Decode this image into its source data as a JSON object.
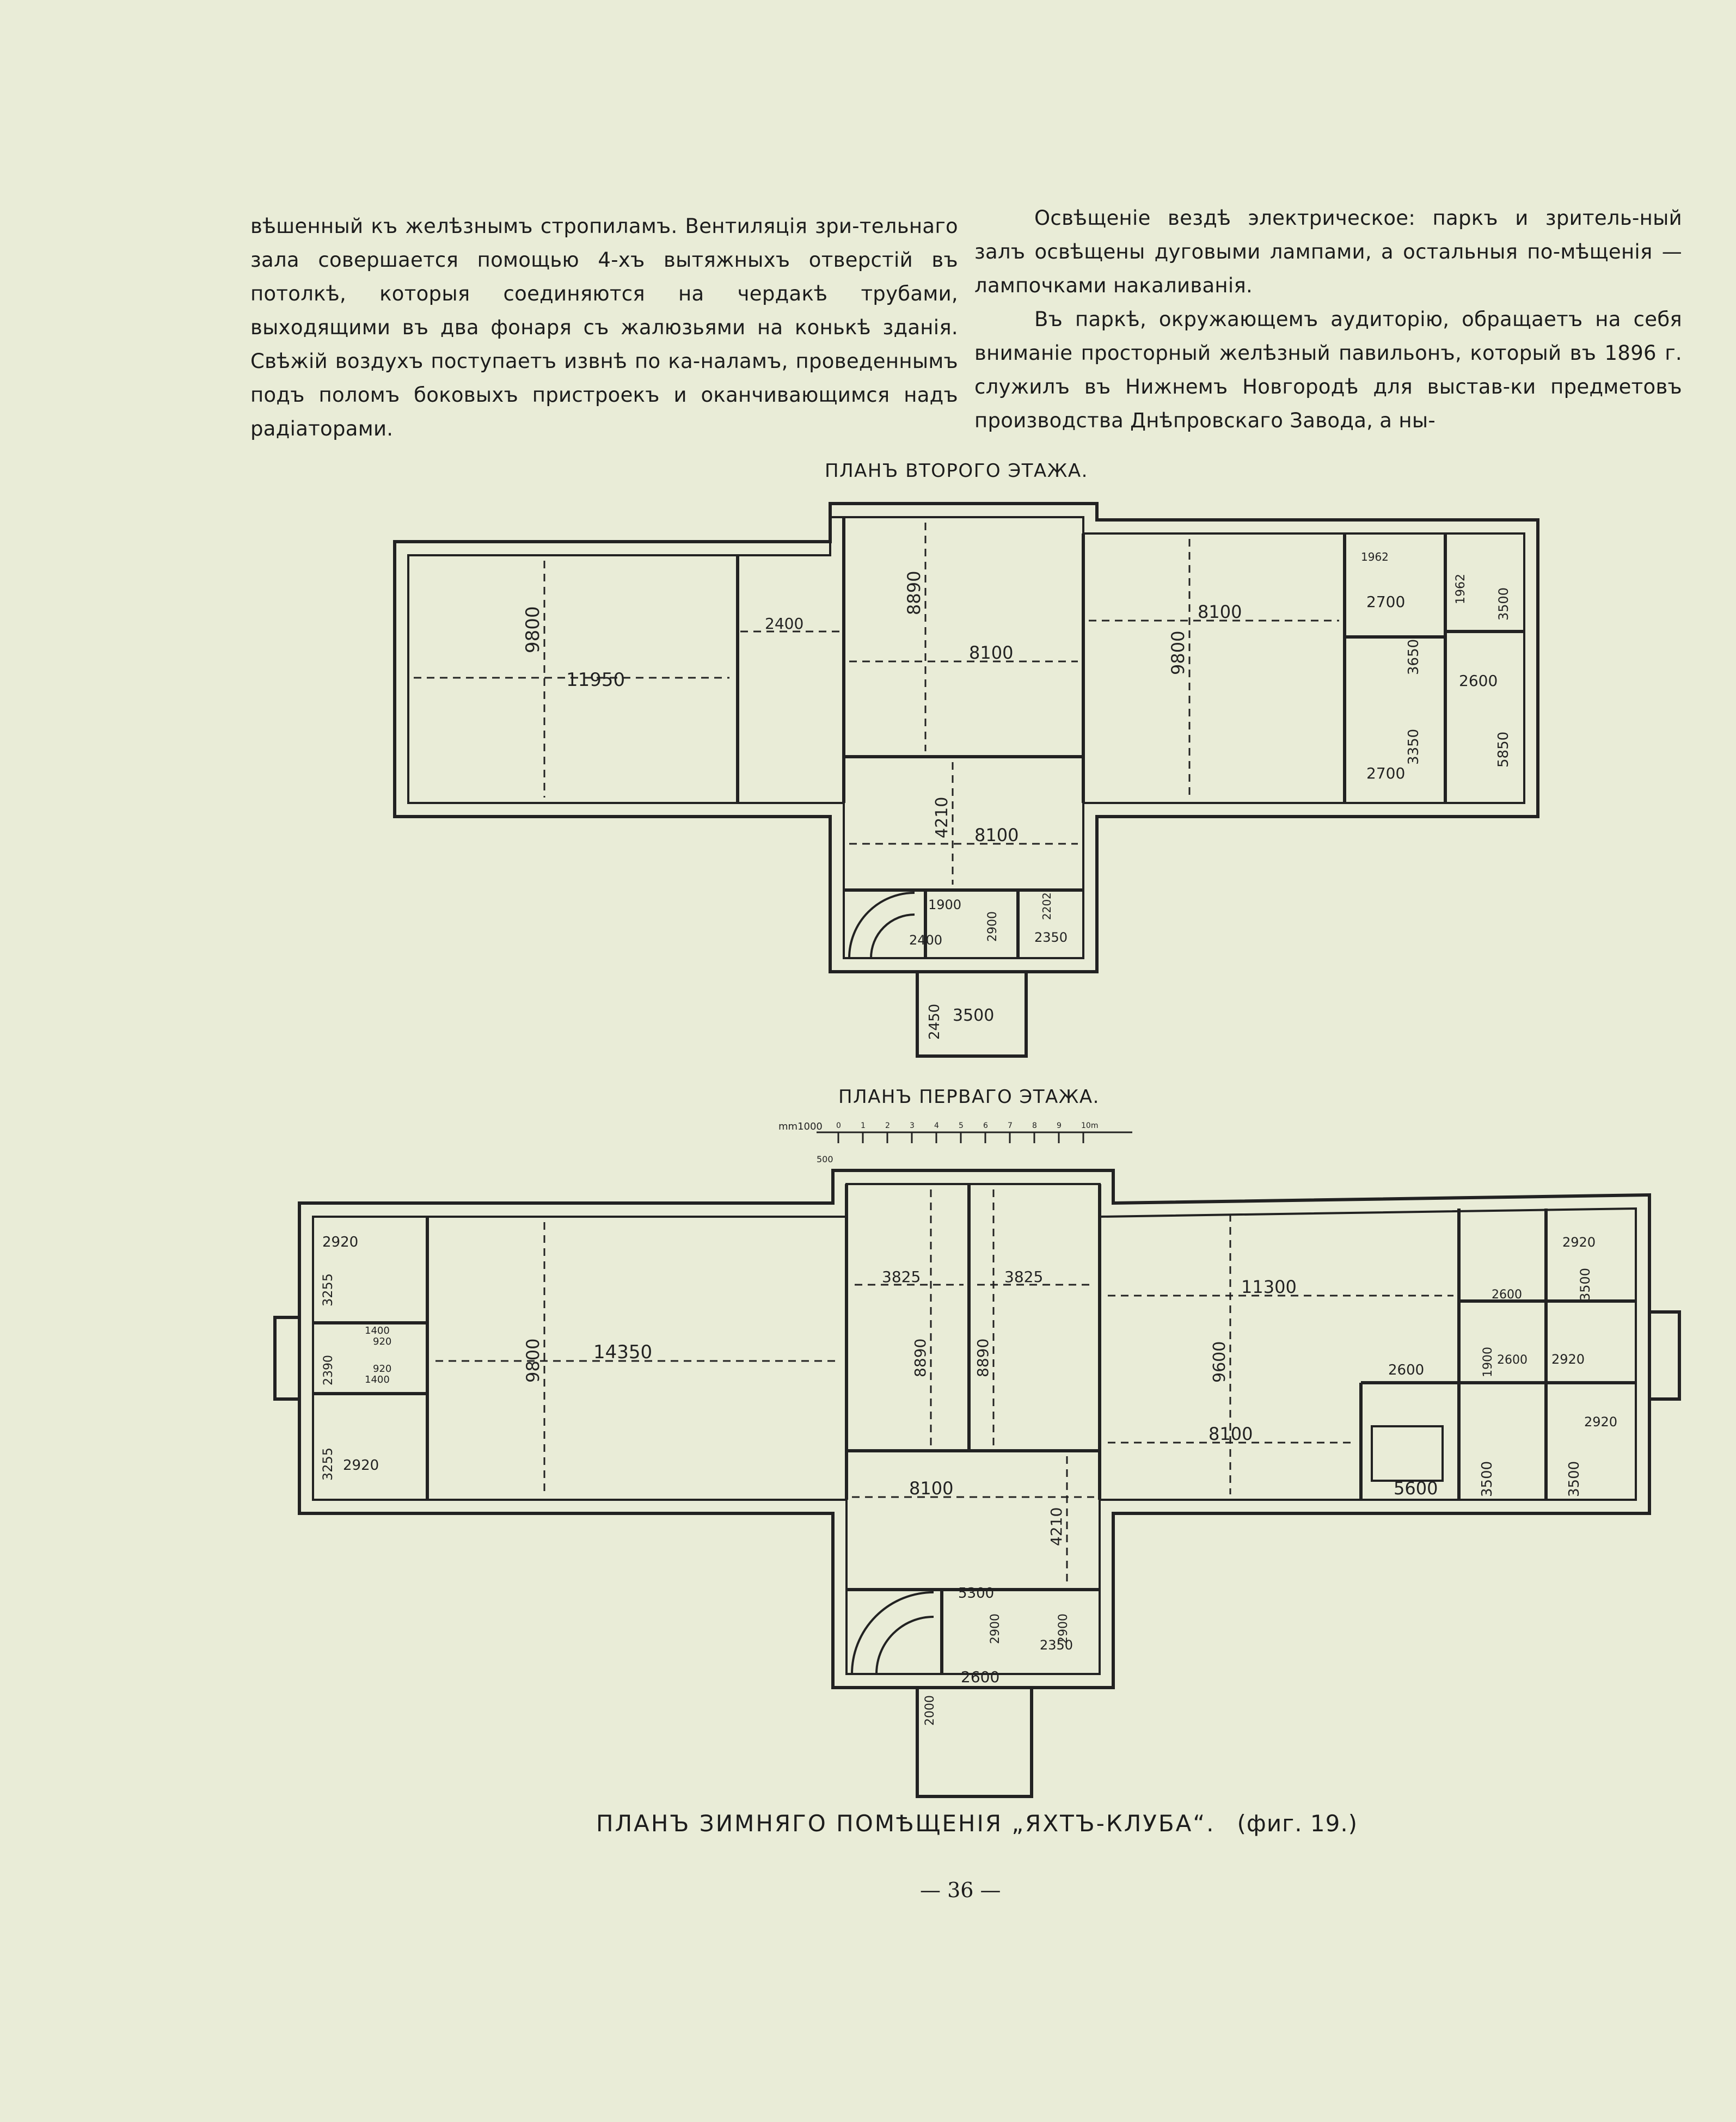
{
  "text": {
    "left_column": [
      "вѣшенный къ желѣзнымъ стропиламъ. Вентиляція зри-тельнаго зала совершается помощью 4-хъ вытяжныхъ отверстій въ потолкѣ, которыя соединяются на чердакѣ трубами, выходящими въ два фонаря съ жалюзьями на конькѣ зданія. Свѣжій воздухъ поступаетъ извнѣ по ка-наламъ, проведеннымъ подъ поломъ боковыхъ пристроекъ и оканчивающимся надъ радіаторами."
    ],
    "right_column": [
      "Освѣщеніе вездѣ электрическое: паркъ и зритель-ный залъ освѣщены дуговыми лампами, а остальныя по-мѣщенія — лампочками накаливанія.",
      "Въ паркѣ, окружающемъ аудиторію, обращаетъ на себя вниманіе просторный желѣзный павильонъ, который въ 1896 г. служилъ въ Нижнемъ Новгородѣ для выстав-ки предметовъ производства Днѣпровскаго Завода, а ны-"
    ]
  },
  "plans": {
    "second_floor_title": "ПЛАНЪ ВТОРОГО ЭТАЖА.",
    "first_floor_title": "ПЛАНЪ ПЕРВАГО ЭТАЖА.",
    "second_floor_dims": {
      "hall_width": "11950",
      "hall_depth": "9800",
      "side_room": "2400",
      "center_depth": "8890",
      "center_width": "8100",
      "right_width": "8100",
      "right_depth": "9800",
      "lower_depth": "4210",
      "lower_width": "8100",
      "r1": "2700",
      "r2": "3650",
      "r3": "3350",
      "r4": "2700",
      "r5": "2600",
      "r6": "5850",
      "r7": "3500",
      "r8": "1962",
      "r9": "1962",
      "s1": "1900",
      "s2": "2400",
      "s3": "2900",
      "s4": "2350",
      "s5": "2202",
      "porch_w": "3500",
      "porch_d": "2450"
    },
    "first_floor_dims": {
      "scale_label": "mm1000",
      "scale_sub": "500",
      "left_top": "2920",
      "left_a": "3255",
      "left_mid": "2390",
      "left_b": "3255",
      "left_bottom": "2920",
      "left_c": "920",
      "left_d": "1400",
      "left_e": "1400",
      "left_f": "920",
      "hall_depth": "9800",
      "hall_width": "14350",
      "c1": "3825",
      "c2": "3825",
      "c_depth1": "8890",
      "c_depth2": "8890",
      "right_width": "11300",
      "right_depth": "9600",
      "right_lower": "8100",
      "lower_width": "8100",
      "lower_depth": "4210",
      "e1": "2600",
      "e2": "5600",
      "e3": "3500",
      "e4": "2920",
      "e5": "3500",
      "e6": "2920",
      "e7": "1900",
      "e8": "2600",
      "e9": "2920",
      "e10": "3500",
      "e11": "2600",
      "st1": "5300",
      "st2": "2900",
      "st3": "2900",
      "st4": "2350",
      "porch_w": "2600",
      "porch_d": "2000"
    },
    "scale_ticks": [
      "0",
      "1",
      "2",
      "3",
      "4",
      "5",
      "6",
      "7",
      "8",
      "9",
      "10m"
    ]
  },
  "caption": {
    "main": "ПЛАНЪ ЗИМНЯГО ПОМѢЩЕНІЯ „ЯХТЪ-КЛУБА“.",
    "fig": "(фиг. 19.)"
  },
  "page_number": "— 36 —"
}
